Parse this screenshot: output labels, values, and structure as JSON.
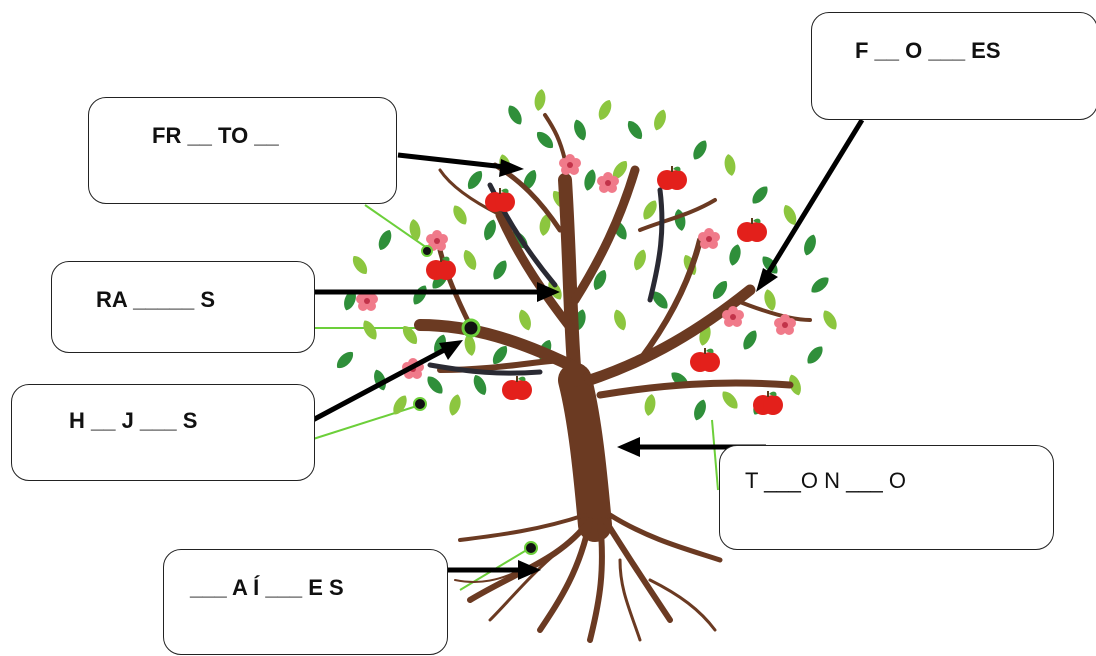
{
  "labels": {
    "fruto": "FR __ TO __",
    "flores": "F __ O ___ ES",
    "ramas": "RA _____ S",
    "hojas": "H __ J ___ S",
    "tronco": "T ___O N ___ O",
    "raices": "___ A Í ___ E S"
  },
  "colors": {
    "trunk": "#6b3a22",
    "leaf_dark": "#2f8f3a",
    "leaf_light": "#8cc63f",
    "fruit": "#e3201b",
    "flower": "#f07a8a",
    "green_line": "#6ccf3a",
    "arrow": "#000000"
  }
}
